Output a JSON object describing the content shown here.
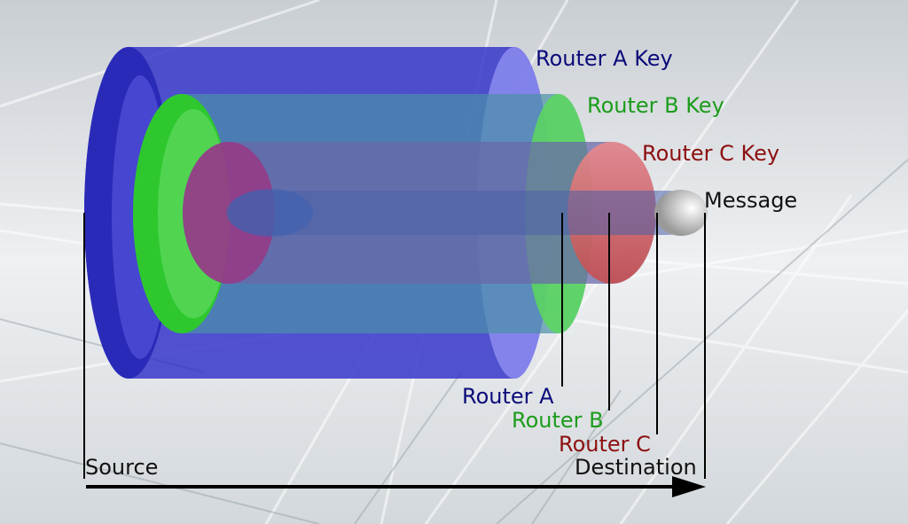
{
  "labels": {
    "router_a_key": "Router A Key",
    "router_b_key": "Router B Key",
    "router_c_key": "Router C Key",
    "message": "Message",
    "router_a": "Router A",
    "router_b": "Router B",
    "router_c": "Router C",
    "source": "Source",
    "destination": "Destination"
  },
  "colors": {
    "router_a": "#0b0b7a",
    "router_b": "#1c9c1c",
    "router_c": "#8c1010",
    "text": "#111111"
  }
}
